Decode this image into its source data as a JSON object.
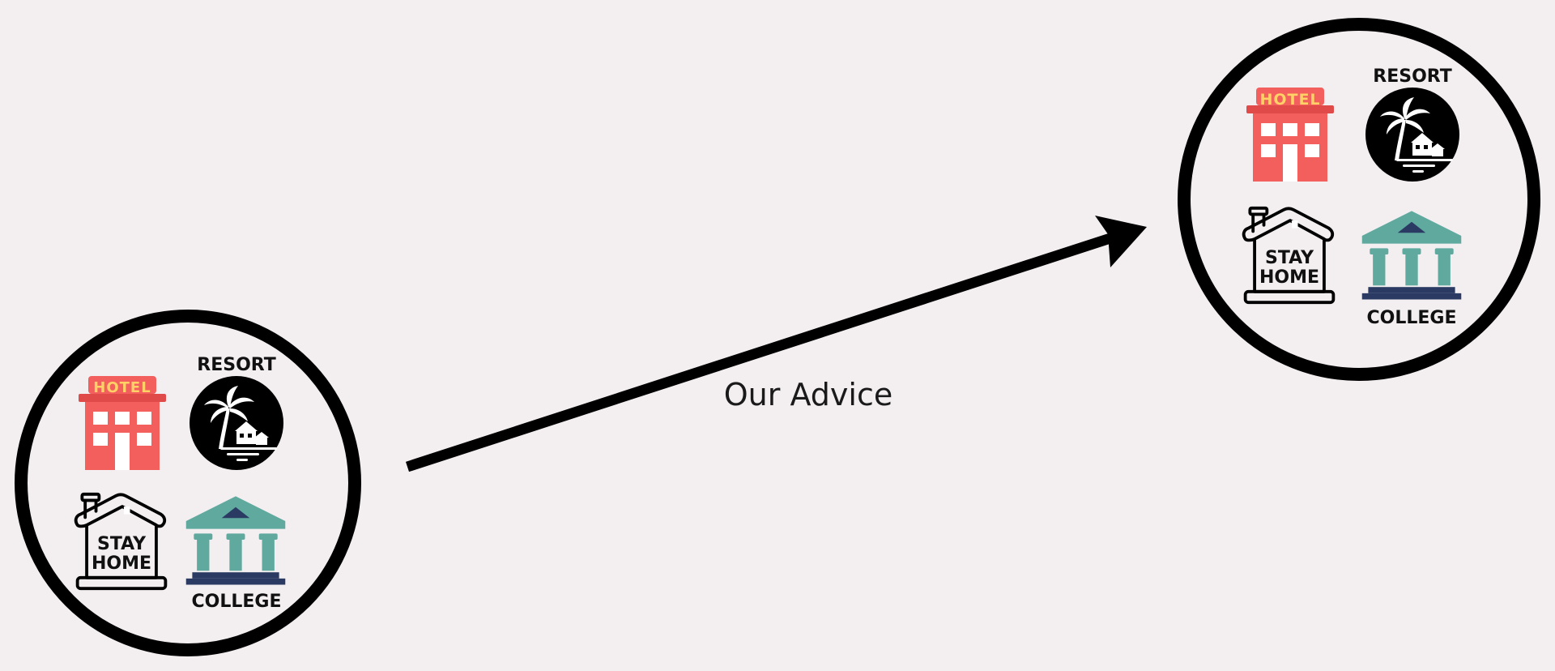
{
  "arrow": {
    "label": "Our Advice"
  },
  "groups": [
    {
      "id": "start",
      "hotel_label": "HOTEL",
      "resort_label": "RESORT",
      "stay_home_line1": "STAY",
      "stay_home_line2": "HOME",
      "college_label": "COLLEGE"
    },
    {
      "id": "end",
      "hotel_label": "HOTEL",
      "resort_label": "RESORT",
      "stay_home_line1": "STAY",
      "stay_home_line2": "HOME",
      "college_label": "COLLEGE"
    }
  ],
  "colors": {
    "background": "#f3eff0",
    "ring": "#000000",
    "hotel": "#f25f5c",
    "hotel_sign_text": "#ffd166",
    "college_teal": "#5fa99e",
    "college_navy": "#2b3a62",
    "resort": "#000000"
  }
}
